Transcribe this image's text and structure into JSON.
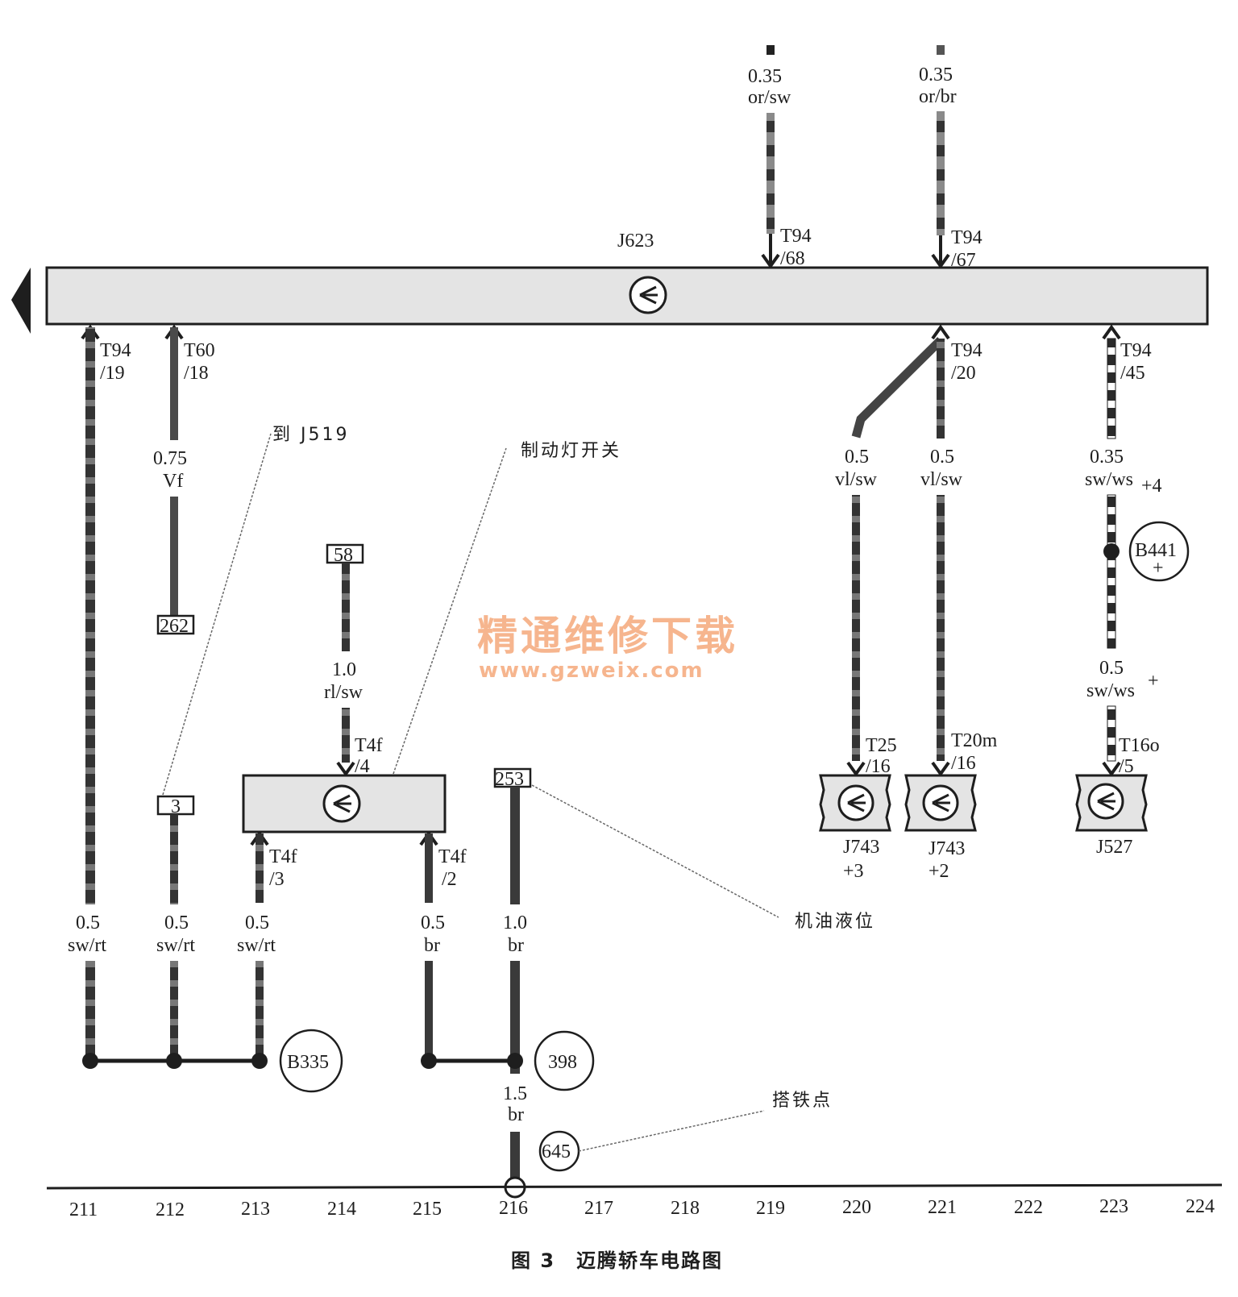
{
  "module": {
    "name": "J623",
    "pins_top": [
      {
        "pin": "T94",
        "sub": "/68",
        "size": "0.35",
        "color": "or/sw"
      },
      {
        "pin": "T94",
        "sub": "/67",
        "size": "0.35",
        "color": "or/br"
      }
    ],
    "pins_bottom": [
      {
        "pin": "T94",
        "sub": "/19"
      },
      {
        "pin": "T60",
        "sub": "/18"
      },
      {
        "pin": "T94",
        "sub": "/20"
      },
      {
        "pin": "T94",
        "sub": "/45"
      }
    ]
  },
  "wires": {
    "w211": {
      "size": "0.5",
      "color": "sw/rt"
    },
    "w212_a": {
      "size": "0.75",
      "color": "Vf"
    },
    "w212_b": {
      "size": "0.5",
      "color": "sw/rt"
    },
    "w213": {
      "size": "0.5",
      "color": "sw/rt"
    },
    "w214": {
      "size": "1.0",
      "color": "rl/sw"
    },
    "w215": {
      "size": "0.5",
      "color": "br"
    },
    "w216_a": {
      "size": "1.0",
      "color": "br"
    },
    "w216_b": {
      "size": "1.5",
      "color": "br"
    },
    "w220": {
      "size": "0.5",
      "color": "vl/sw"
    },
    "w221": {
      "size": "0.5",
      "color": "vl/sw"
    },
    "w223_a": {
      "size": "0.35",
      "color": "sw/ws",
      "note": "+4"
    },
    "w223_b": {
      "size": "0.5",
      "color": "sw/ws",
      "note": "+"
    }
  },
  "refs": {
    "r262": "262",
    "r3": "3",
    "r58": "58",
    "r253": "253"
  },
  "switch": {
    "pin_in": "T4f",
    "pin_in_sub": "/4",
    "pin_out1": "T4f",
    "pin_out1_sub": "/3",
    "pin_out2": "T4f",
    "pin_out2_sub": "/2"
  },
  "components": [
    {
      "pin": "T25",
      "sub": "/16",
      "name": "J743",
      "note": "+3"
    },
    {
      "pin": "T20m",
      "sub": "/16",
      "name": "J743",
      "note": "+2"
    },
    {
      "pin": "T16o",
      "sub": "/5",
      "name": "J527",
      "note": ""
    }
  ],
  "junctions": {
    "b335": "B335",
    "j398": "398",
    "g645": "645",
    "b441": "B441",
    "b441_sign": "+"
  },
  "annotations": {
    "to_j519": "到 J519",
    "brake_switch": "制动灯开关",
    "oil_level": "机油液位",
    "ground_point": "搭铁点"
  },
  "columns": [
    "211",
    "212",
    "213",
    "214",
    "215",
    "216",
    "217",
    "218",
    "219",
    "220",
    "221",
    "222",
    "223",
    "224"
  ],
  "watermark": {
    "cn": "精通维修下载",
    "url": "www.gzweix.com"
  },
  "caption": "图 3　迈腾轿车电路图",
  "colors": {
    "line": "#1e1e1e",
    "module_fill": "#e4e4e4",
    "watermark": "#f6b58e"
  }
}
